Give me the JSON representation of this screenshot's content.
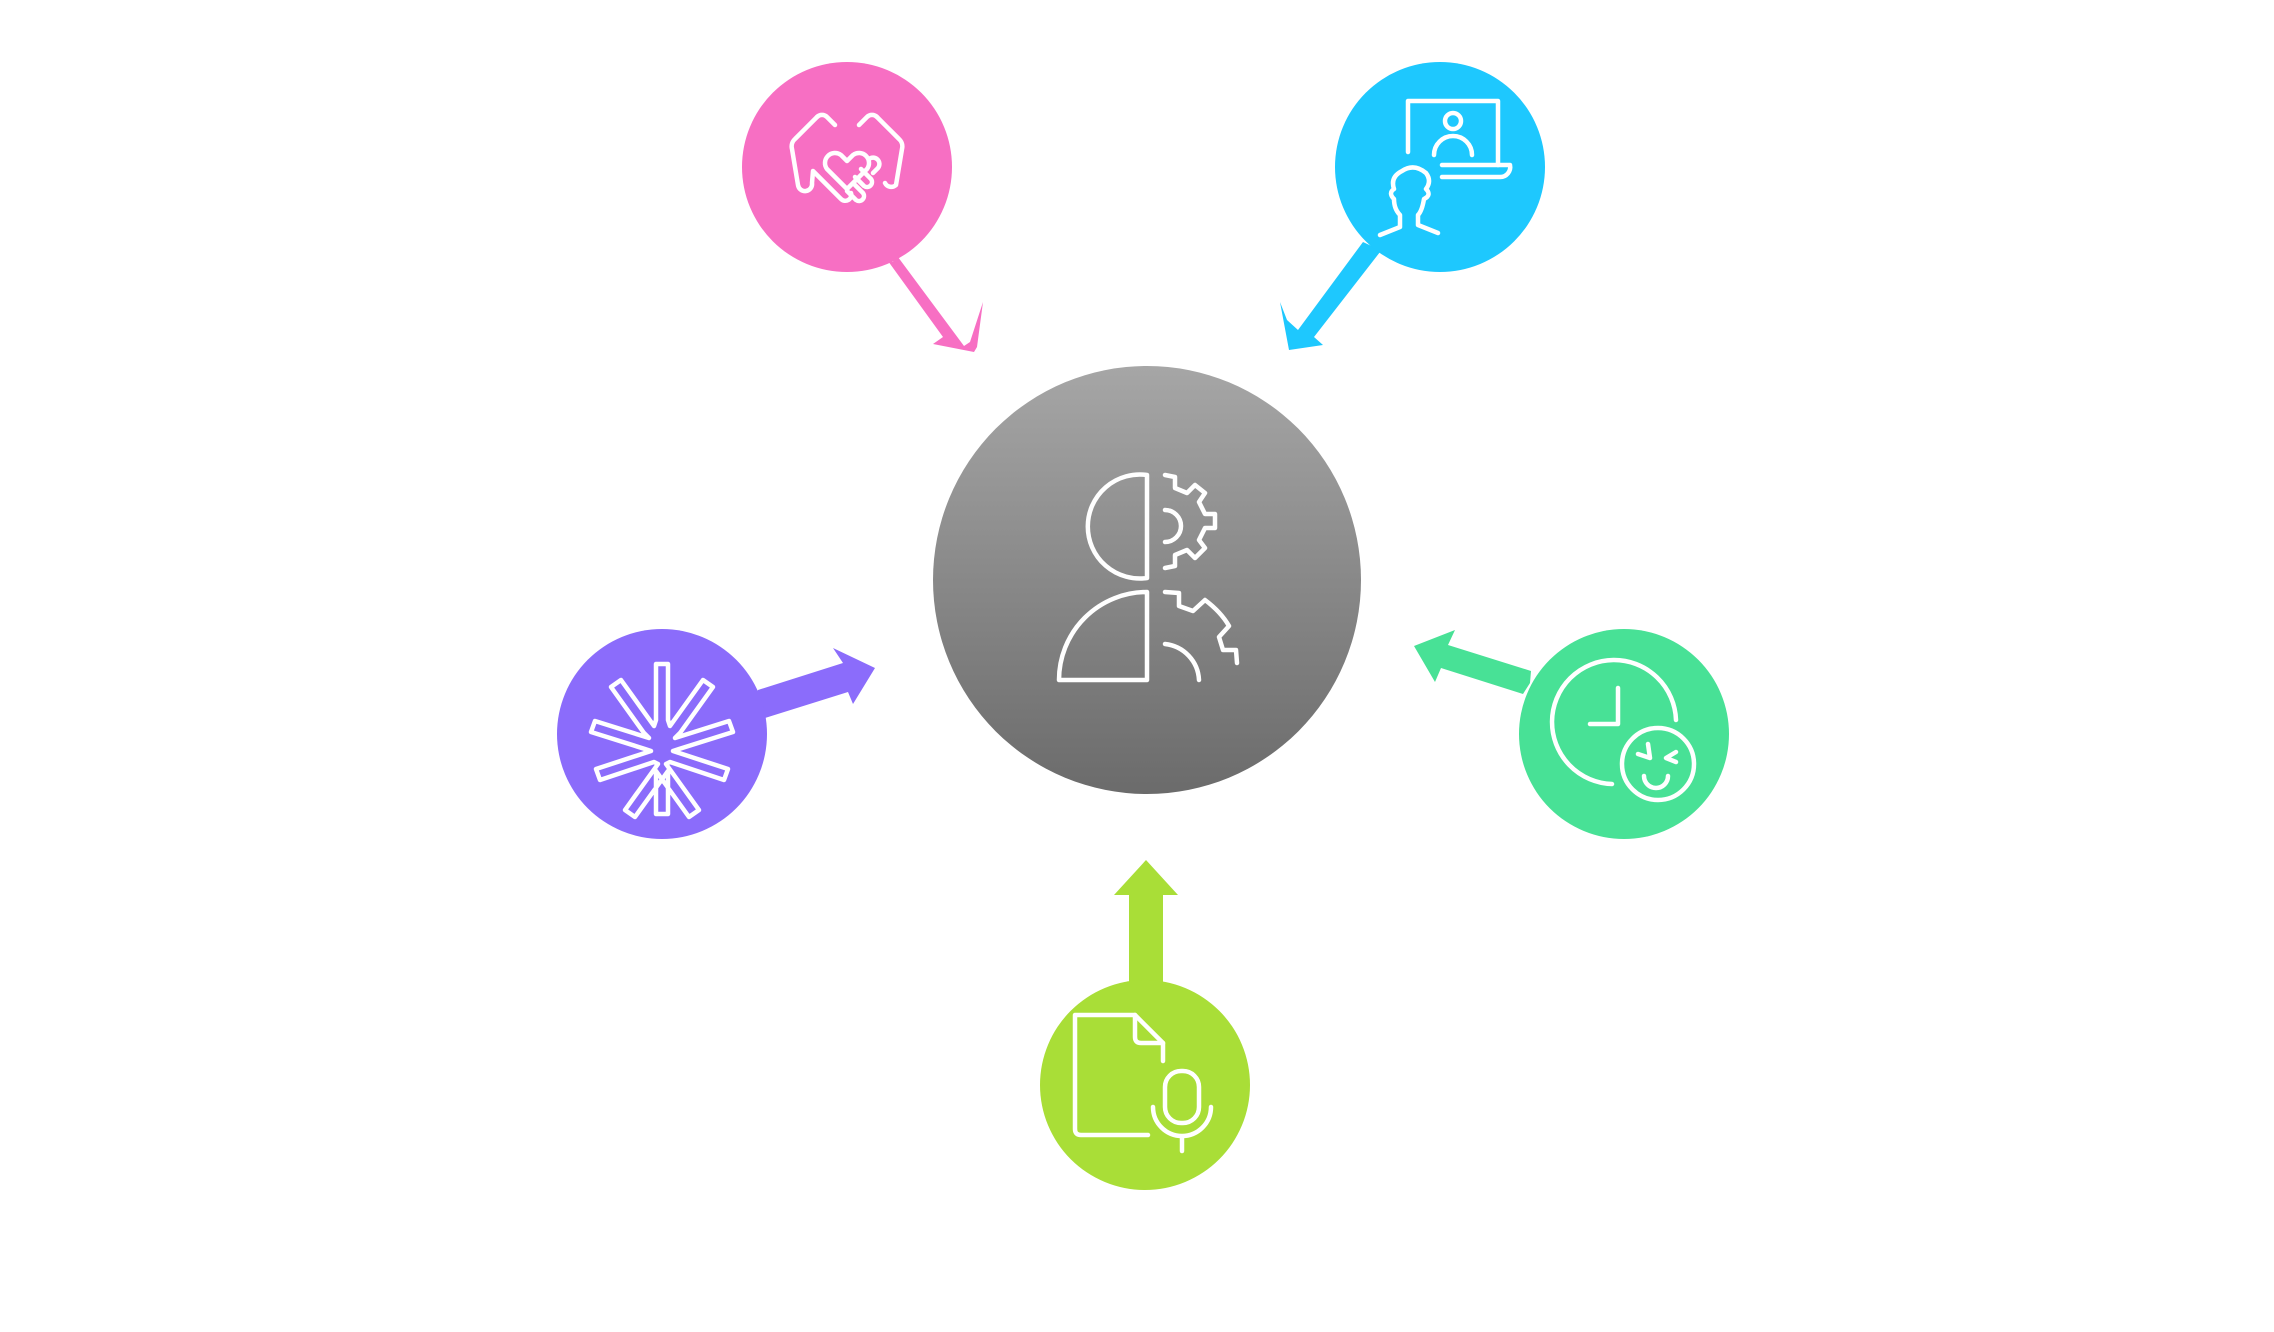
{
  "diagram": {
    "center": {
      "icon": "human-ai-gear-head-icon",
      "gradient_top": "#a6a6a6",
      "gradient_bottom": "#6b6b6b"
    },
    "nodes": [
      {
        "id": "care",
        "icon": "hands-heart-icon",
        "color": "#f76fc3",
        "arrow": "points-to-center"
      },
      {
        "id": "remote",
        "icon": "laptop-video-call-icon",
        "color": "#1ec8fe",
        "arrow": "points-to-center"
      },
      {
        "id": "diversity",
        "icon": "asterisk-flower-icon",
        "color": "#8b6cfb",
        "arrow": "points-to-center"
      },
      {
        "id": "time",
        "icon": "clock-smiley-icon",
        "color": "#48e196",
        "arrow": "points-to-center"
      },
      {
        "id": "audio",
        "icon": "document-microphone-icon",
        "color": "#a9de37",
        "arrow": "points-to-center"
      }
    ],
    "icon_stroke_color": "#ffffff",
    "background": "#ffffff"
  }
}
